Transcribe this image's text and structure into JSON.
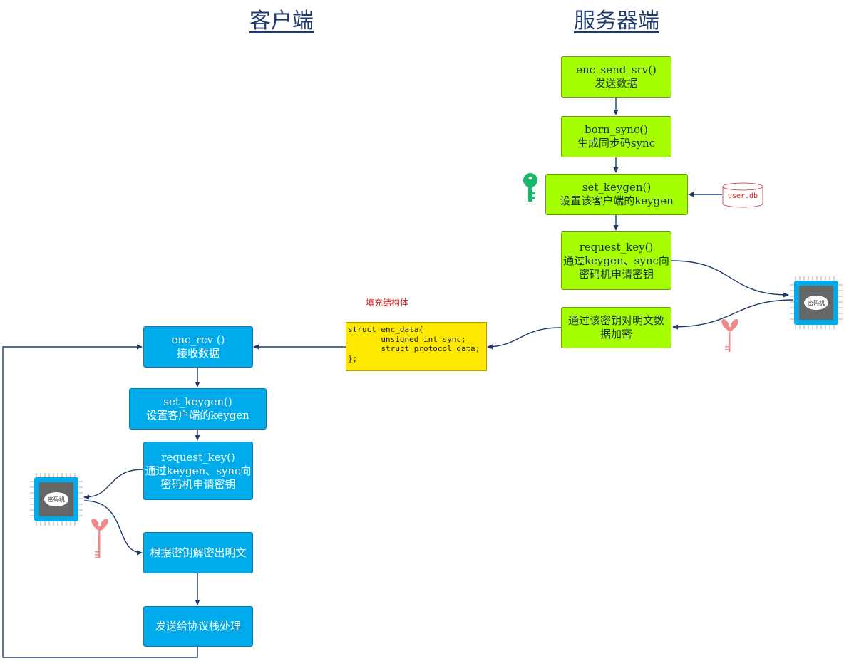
{
  "titles": {
    "client": "客户端",
    "server": "服务器端"
  },
  "server": {
    "send": {
      "fn": "enc_send_srv()",
      "desc": "发送数据"
    },
    "born": {
      "fn": "born_sync()",
      "desc": "生成同步码sync"
    },
    "setkey": {
      "fn": "set_keygen()",
      "desc": "设置该客户端的keygen"
    },
    "request": {
      "fn": "request_key()",
      "line2": "通过keygen、sync向",
      "line3": "密码机申请密钥"
    },
    "encrypt": {
      "line1": "通过该密钥对明文数",
      "line2": "据加密"
    }
  },
  "database": {
    "label": "user.db"
  },
  "chip": {
    "label": "密码机"
  },
  "annotation": "填充结构体",
  "struct_code": [
    "struct enc_data{",
    "       unsigned int sync;",
    "       struct protocol data;",
    "};"
  ],
  "client": {
    "recv": {
      "fn": "enc_rcv ()",
      "desc": "接收数据"
    },
    "setkey": {
      "fn": "set_keygen()",
      "desc": "设置客户端的keygen"
    },
    "request": {
      "fn": "request_key()",
      "line2": "通过keygen、sync向",
      "line3": "密码机申请密钥"
    },
    "decrypt": {
      "label": "根据密钥解密出明文"
    },
    "stack": {
      "label": "发送给协议栈处理"
    }
  },
  "colors": {
    "server_box": "#a6ff00",
    "client_box": "#00abeb",
    "struct_box": "#ffe800",
    "arrow": "#1f3a6e",
    "title": "#1f3a6e",
    "green_key": "#18b86a",
    "pink_key": "#f08a8a"
  },
  "icons": [
    "green-key-icon",
    "pink-key-icon",
    "database-icon",
    "chip-icon"
  ]
}
